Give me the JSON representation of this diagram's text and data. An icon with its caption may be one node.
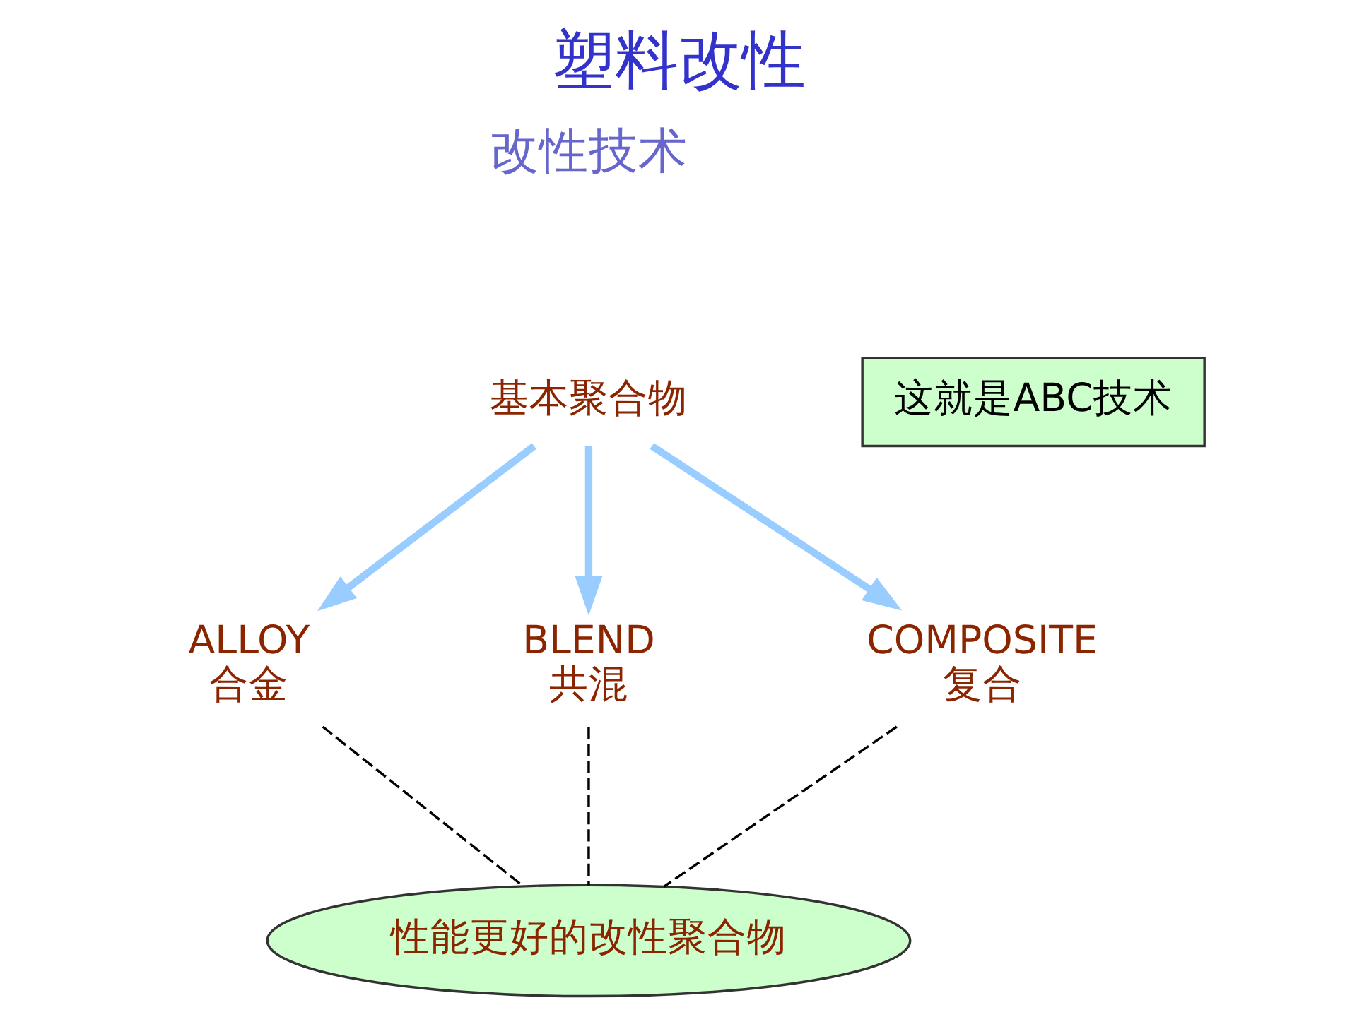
{
  "diagram": {
    "title": "塑料改性",
    "nodes": [
      {
        "text": [
          "基本聚合物"
        ]
      },
      {
        "text": [
          "ALLOY",
          "合金"
        ]
      },
      {
        "text": [
          "BLEND",
          "共混"
        ]
      },
      {
        "text": [
          "COMPOSITE",
          "复合"
        ]
      },
      {
        "text": [
          "性能更好的改性聚合物"
        ]
      },
      {
        "text": [
          "这就是ABC技术"
        ]
      }
    ],
    "edges": [
      {
        "from": 0,
        "to": 1,
        "arrow": "to",
        "style": "thick",
        "color": "#99ccff"
      },
      {
        "from": 0,
        "to": 2,
        "arrow": "to",
        "style": "thick",
        "color": "#99ccff"
      },
      {
        "from": 0,
        "to": 3,
        "arrow": "to",
        "style": "thick",
        "color": "#99ccff"
      },
      {
        "from": 1,
        "to": 4,
        "arrow": "none",
        "style": "dashed",
        "color": "#000000"
      },
      {
        "from": 2,
        "to": 4,
        "arrow": "none",
        "style": "dashed",
        "color": "#000000"
      },
      {
        "from": 3,
        "to": 4,
        "arrow": "none",
        "style": "dashed",
        "color": "#000000"
      }
    ],
    "labels": [
      "改性技术"
    ]
  }
}
